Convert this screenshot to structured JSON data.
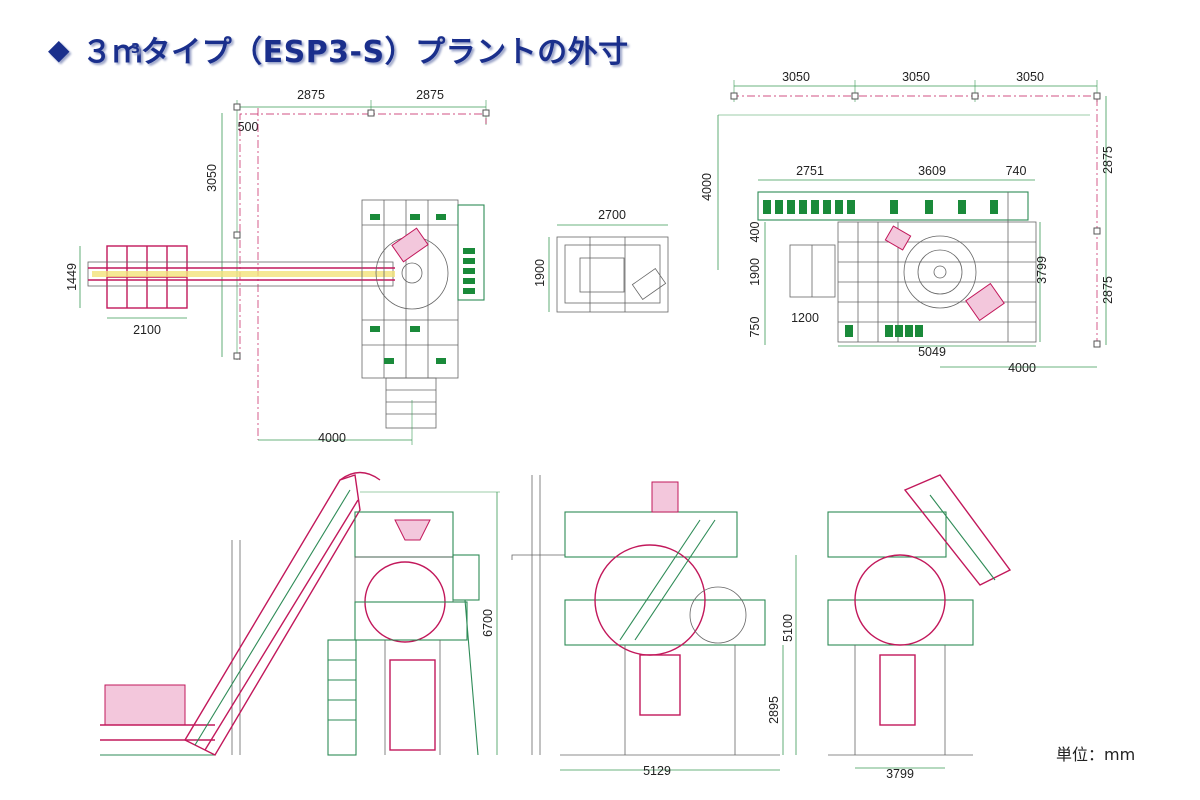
{
  "title": {
    "diamond": "◆",
    "prefix": "３ｍ",
    "superscript": "3",
    "suffix": "タイプ（ESP3-S）プラントの外寸"
  },
  "unit_label": "単位：mm",
  "plan_view_left": {
    "dims": {
      "top_a": "2875",
      "top_b": "2875",
      "offset": "500",
      "vertical": "3050",
      "feeder_height": "1449",
      "feeder_width": "2100",
      "bottom": "4000"
    }
  },
  "plan_view_small": {
    "dims": {
      "width": "2700",
      "height": "1900"
    }
  },
  "plan_view_right": {
    "dims": {
      "top_a": "3050",
      "top_b": "3050",
      "top_c": "3050",
      "left_height": "4000",
      "seg_a": "2751",
      "seg_b": "3609",
      "seg_c": "740",
      "right_a": "2875",
      "right_b": "2875",
      "v_400": "400",
      "v_1900": "1900",
      "v_750": "750",
      "inner_width": "1200",
      "inner_height": "3799",
      "total_width": "5049",
      "bottom": "4000"
    }
  },
  "elevation_left": {
    "dims": {
      "height": "6700"
    }
  },
  "elevation_mid": {
    "dims": {
      "height": "5100",
      "sub_height": "2895",
      "width": "5129"
    }
  },
  "elevation_right": {
    "dims": {
      "width": "3799"
    }
  },
  "colors": {
    "title": "#1a2f8c",
    "structure_green": "#2e8b57",
    "equipment_magenta": "#c2185b",
    "dimension_line": "#3a9a55"
  }
}
